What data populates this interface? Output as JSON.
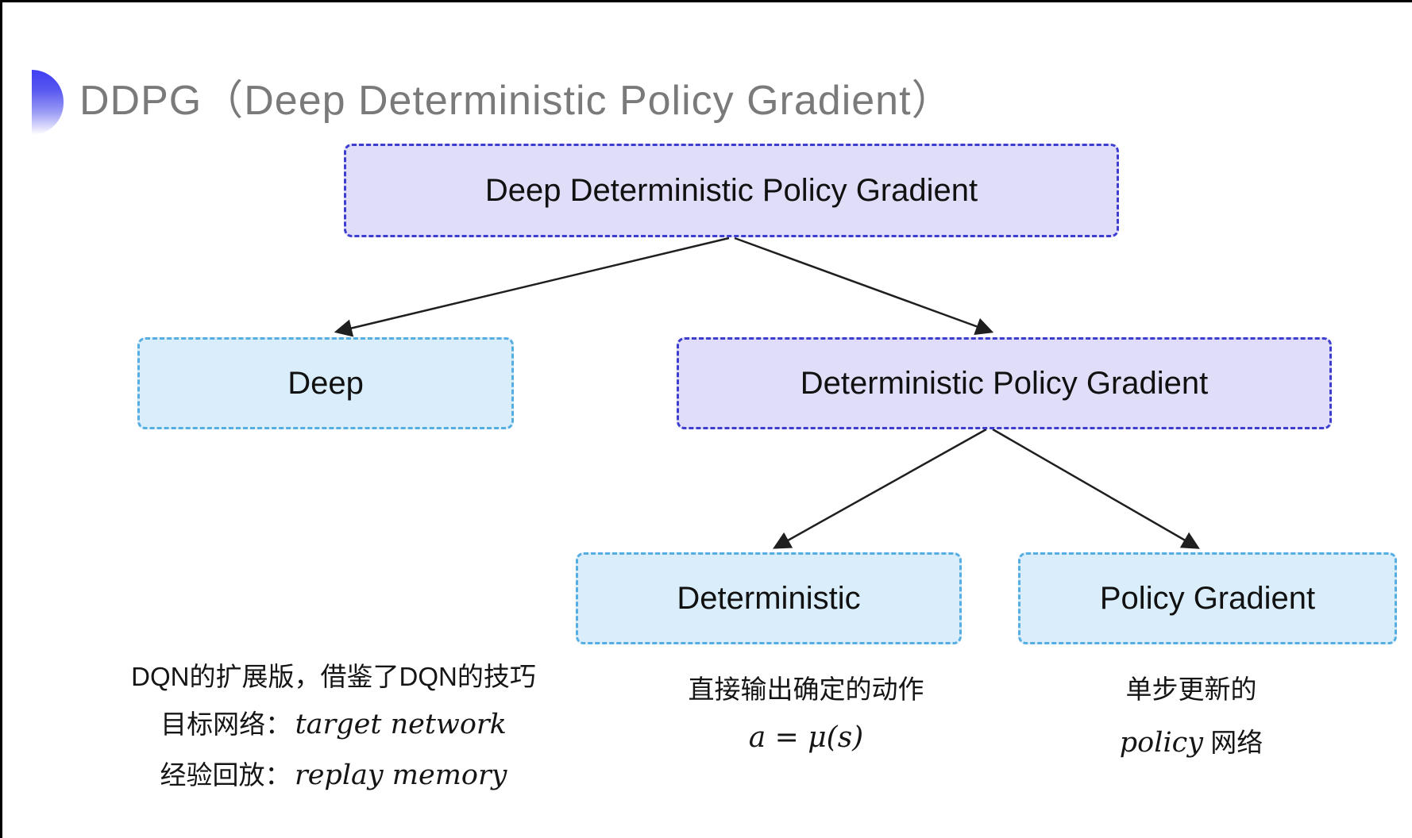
{
  "title": {
    "text": "DDPG（Deep Deterministic Policy Gradient）"
  },
  "tree": {
    "root": {
      "label": "Deep Deterministic Policy Gradient"
    },
    "level2": [
      {
        "label": "Deep"
      },
      {
        "label": "Deterministic Policy Gradient"
      }
    ],
    "level3": [
      {
        "label": "Deterministic"
      },
      {
        "label": "Policy Gradient"
      }
    ]
  },
  "notes": {
    "deep": {
      "line1": "DQN的扩展版，借鉴了DQN的技巧",
      "line2_label": "目标网络：",
      "line2_value": "target network",
      "line3_label": "经验回放：",
      "line3_value": "replay memory"
    },
    "deterministic": {
      "line1": "直接输出确定的动作",
      "formula": "a = μ(s)"
    },
    "policy_gradient": {
      "line1": "单步更新的",
      "line2_italic": "policy",
      "line2_rest": " 网络"
    }
  },
  "colors": {
    "title_text": "#7a7a7a",
    "bullet_blue": "#3e3ef2",
    "purple_box_fill": "#e0ddf8",
    "purple_box_border": "#3d3dcf",
    "blue_box_fill": "#d9eefa",
    "blue_box_border": "#55ade2",
    "arrow": "#1f1f1f",
    "frame_line": "#000000"
  }
}
